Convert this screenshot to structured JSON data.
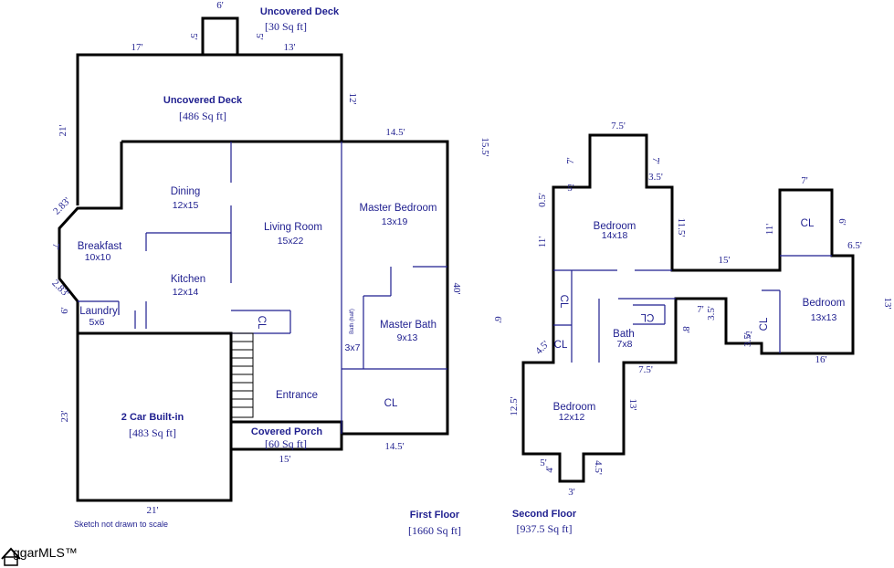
{
  "floors": {
    "first": {
      "title": "First Floor",
      "area": "[1660 Sq ft]"
    },
    "second": {
      "title": "Second Floor",
      "area": "[937.5 Sq ft]"
    }
  },
  "areas": {
    "deck_small": {
      "title": "Uncovered Deck",
      "area": "[30 Sq ft]"
    },
    "deck_large": {
      "title": "Uncovered Deck",
      "area": "[486 Sq ft]"
    },
    "garage": {
      "title": "2 Car Built-in",
      "area": "[483 Sq ft]"
    },
    "porch": {
      "title": "Covered Porch",
      "area": "[60 Sq ft]"
    }
  },
  "rooms": {
    "dining": {
      "name": "Dining",
      "size": "12x15"
    },
    "living": {
      "name": "Living Room",
      "size": "15x22"
    },
    "master_bedroom": {
      "name": "Master Bedroom",
      "size": "13x19"
    },
    "breakfast": {
      "name": "Breakfast",
      "size": "10x10"
    },
    "kitchen": {
      "name": "Kitchen",
      "size": "12x14"
    },
    "laundry": {
      "name": "Laundry",
      "size": "5x6"
    },
    "master_bath": {
      "name": "Master Bath",
      "size": "9x13"
    },
    "bath_half": {
      "name": "Bath (half)",
      "size": "3x7"
    },
    "entrance": {
      "name": "Entrance"
    },
    "cl_first_1": {
      "name": "CL"
    },
    "cl_first_2": {
      "name": "CL"
    },
    "bedroom_top": {
      "name": "Bedroom",
      "size": "14x18"
    },
    "bedroom_right": {
      "name": "Bedroom",
      "size": "13x13"
    },
    "bath_second": {
      "name": "Bath",
      "size": "7x8"
    },
    "bedroom_bottom": {
      "name": "Bedroom",
      "size": "12x12"
    },
    "cl_top": {
      "name": "CL"
    },
    "cl_a": {
      "name": "CL"
    },
    "cl_b": {
      "name": "CL"
    },
    "cl_c": {
      "name": "CL"
    },
    "cl_d": {
      "name": "CL"
    }
  },
  "dimensions": {
    "d6": "6'",
    "d5a": "5'",
    "d5b": "5'",
    "d17": "17'",
    "d13": "13'",
    "d12": "12'",
    "d21": "21'",
    "d14_5a": "14.5'",
    "d15_5": "15.5'",
    "d2_83a": "2.83'",
    "d7": "7'",
    "d2_83b": "2.83'",
    "d6b": "6'",
    "d40": "40'",
    "d6c": "6'",
    "d23": "23'",
    "d21b": "21'",
    "d15": "15'",
    "d14_5b": "14.5'",
    "s7_5": "7.5'",
    "s7": "7'",
    "s3_5": "3.5'",
    "s5": "5'",
    "s0_5": "0.5'",
    "s11_5": "11.5'",
    "s11": "11'",
    "s7b": "7'",
    "s11b": "11'",
    "s6": "6'",
    "s6_5": "6.5'",
    "s15": "15'",
    "s13": "13'",
    "s3_5b": "3.5'",
    "s8": "8'",
    "s7c": "7'",
    "s3_5c": "3.5'",
    "s4_5a": "4.5'",
    "s7_5b": "7.5'",
    "s16": "16'",
    "s12_5": "12.5'",
    "s13b": "13'",
    "s5b": "5'",
    "s4": "4'",
    "s4_5b": "4.5'",
    "s3": "3'"
  },
  "footer": {
    "note": "Sketch not drawn to scale",
    "logo": "ggarMLS™"
  }
}
